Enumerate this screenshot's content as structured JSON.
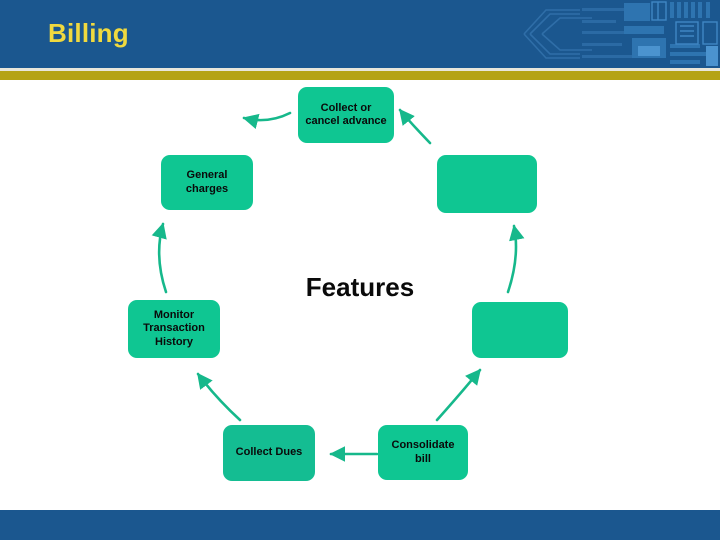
{
  "header": {
    "title": "Billing",
    "title_color": "#f0d93f",
    "background_color": "#1b578f",
    "rule_color": "#b5a314",
    "pattern_icon": "circuit-board-pattern"
  },
  "footer": {
    "background_color": "#1b578f"
  },
  "diagram": {
    "type": "cycle",
    "center_label": "Features",
    "node_color": "#0fc692",
    "arrow_color": "#16b88b",
    "text_color": "#0a0a0a",
    "direction": "counterclockwise",
    "nodes": [
      {
        "id": "collect-or-cancel-advance",
        "label": "Collect or\ncancel advance",
        "position": "top"
      },
      {
        "id": "node-top-right",
        "label": "",
        "position": "top-right"
      },
      {
        "id": "node-right",
        "label": "",
        "position": "right"
      },
      {
        "id": "consolidate-bill",
        "label": "Consolidate bill",
        "position": "bottom-right"
      },
      {
        "id": "collect-dues",
        "label": "Collect Dues",
        "position": "bottom-left"
      },
      {
        "id": "monitor-transaction-history",
        "label": "Monitor\nTransaction\nHistory",
        "position": "left"
      },
      {
        "id": "general-charges",
        "label": "General charges",
        "position": "top-left"
      }
    ],
    "arrows": [
      {
        "from": "node-top-right",
        "to": "collect-or-cancel-advance",
        "style": "curved"
      },
      {
        "from": "collect-or-cancel-advance",
        "to": "general-charges",
        "style": "curved"
      },
      {
        "from": "node-right",
        "to": "node-top-right",
        "style": "curved"
      },
      {
        "from": "consolidate-bill",
        "to": "node-right",
        "style": "curved"
      },
      {
        "from": "collect-dues",
        "to": "consolidate-bill",
        "style": "straight"
      },
      {
        "from": "monitor-transaction-history",
        "to": "collect-dues",
        "style": "curved"
      },
      {
        "from": "general-charges",
        "to": "monitor-transaction-history",
        "style": "curved"
      }
    ]
  }
}
